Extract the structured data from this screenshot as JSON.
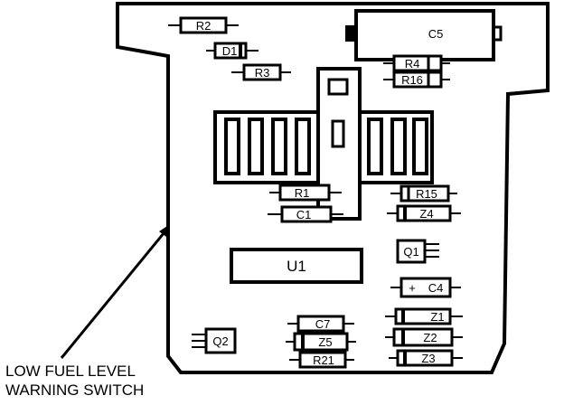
{
  "diagram": {
    "callout_line1": "LOW FUEL LEVEL",
    "callout_line2": "WARNING SWITCH",
    "components": {
      "r2": "R2",
      "d1": "D1",
      "r3": "R3",
      "c5": "C5",
      "r4": "R4",
      "r16": "R16",
      "r1": "R1",
      "c1": "C1",
      "r15": "R15",
      "z4": "Z4",
      "q1": "Q1",
      "u1": "U1",
      "c4": "C4",
      "c4_polarity": "+",
      "c7": "C7",
      "z5": "Z5",
      "r21": "R21",
      "q2": "Q2",
      "z1": "Z1",
      "z2": "Z2",
      "z3": "Z3"
    }
  }
}
